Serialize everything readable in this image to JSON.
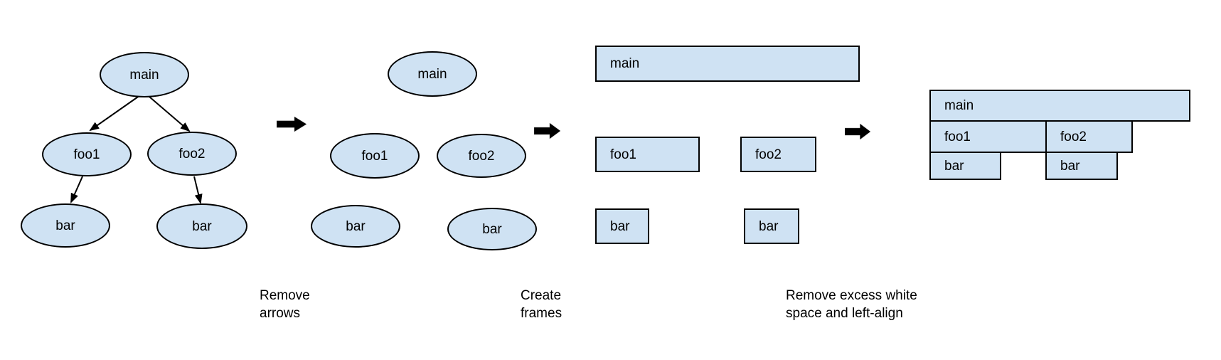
{
  "colors": {
    "background": "#ffffff",
    "node_fill": "#cfe2f3",
    "node_stroke": "#000000",
    "text_color": "#000000",
    "arrow_color": "#000000"
  },
  "panels": [
    {
      "name": "call-tree-with-arrows",
      "nodes": [
        {
          "label": "main"
        },
        {
          "label": "foo1"
        },
        {
          "label": "foo2"
        },
        {
          "label": "bar"
        },
        {
          "label": "bar"
        }
      ],
      "edges": [
        [
          "main",
          "foo1"
        ],
        [
          "main",
          "foo2"
        ],
        [
          "foo1",
          "bar"
        ],
        [
          "foo2",
          "bar"
        ]
      ]
    },
    {
      "name": "call-tree-no-arrows",
      "nodes": [
        {
          "label": "main"
        },
        {
          "label": "foo1"
        },
        {
          "label": "foo2"
        },
        {
          "label": "bar"
        },
        {
          "label": "bar"
        }
      ]
    },
    {
      "name": "frames",
      "nodes": [
        {
          "label": "main"
        },
        {
          "label": "foo1"
        },
        {
          "label": "foo2"
        },
        {
          "label": "bar"
        },
        {
          "label": "bar"
        }
      ]
    },
    {
      "name": "flame-graph",
      "nodes": [
        {
          "label": "main"
        },
        {
          "label": "foo1"
        },
        {
          "label": "foo2"
        },
        {
          "label": "bar"
        },
        {
          "label": "bar"
        }
      ]
    }
  ],
  "steps": [
    {
      "line1": "Remove",
      "line2": "arrows"
    },
    {
      "line1": "Create",
      "line2": "frames"
    },
    {
      "line1": "Remove excess white",
      "line2": "space and left-align"
    }
  ]
}
